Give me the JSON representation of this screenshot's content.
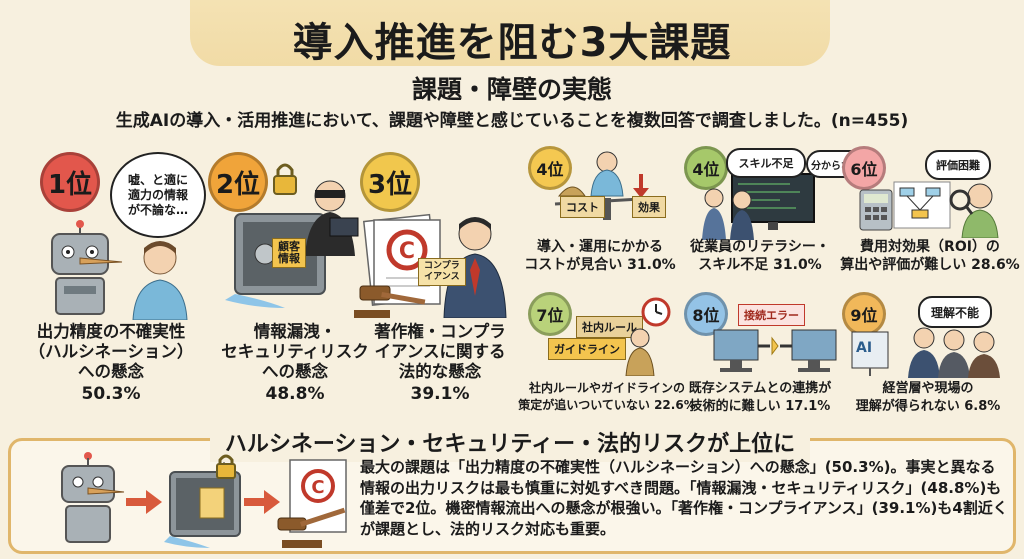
{
  "header": {
    "title": "導入推進を阻む3大課題"
  },
  "section": {
    "subtitle": "課題・障壁の実態",
    "description": "生成AIの導入・活用推進において、課題や障壁と感じていることを複数回答で調査しました。(n=455)"
  },
  "ranks": [
    {
      "rank": "1位",
      "label": "出力精度の不確実性\n（ハルシネーション）\nへの懸念",
      "value": "50.3%",
      "color": "#e2574c",
      "bubble": "嘘、と適に\n適力の情報\nが不論な…"
    },
    {
      "rank": "2位",
      "label": "情報漏洩・\nセキュリティリスク\nへの懸念",
      "value": "48.8%",
      "color": "#f0a43a",
      "tag": "顧客\n情報"
    },
    {
      "rank": "3位",
      "label": "著作権・コンプラ\nイアンスに関する\n法的な懸念",
      "value": "39.1%",
      "color": "#f1c74d",
      "book": "コンプラ\nイアンス"
    },
    {
      "rank": "4位",
      "label": "導入・運用にかかる\nコストが見合い 31.0%",
      "color": "#f4c851",
      "tag_left": "コスト",
      "tag_right": "効果"
    },
    {
      "rank": "4位",
      "label": "従業員のリテラシー・\nスキル不足 31.0%",
      "color": "#a6c86a",
      "bubble1": "スキル不足",
      "bubble2": "分からない"
    },
    {
      "rank": "6位",
      "label": "費用対効果（ROI）の\n算出や評価が難しい 28.6%",
      "color": "#f3a6a6",
      "bubble": "評価困難"
    },
    {
      "rank": "7位",
      "label": "社内ルールやガイドラインの\n策定が追いついていない 22.6%",
      "color": "#b9d27a",
      "sign1": "社内ルール",
      "sign2": "ガイドライン"
    },
    {
      "rank": "8位",
      "label": "既存システムとの連携が\n技術的に難しい 17.1%",
      "color": "#94c3e6",
      "sign": "接続エラー"
    },
    {
      "rank": "9位",
      "label": "経営層や現場の\n理解が得られない 6.8%",
      "color": "#f1b85a",
      "bubble": "理解不能",
      "screen": "AI"
    }
  ],
  "bottom": {
    "heading": "ハルシネーション・セキュリティー・法的リスクが上位に",
    "summary": "最大の課題は「出力精度の不確実性（ハルシネーション）への懸念」(50.3%)。事実と異なる情報の出力リスクは最も慎重に対処すべき問題。「情報漏洩・セキュリティリスク」(48.8%)も僅差で2位。機密情報流出への懸念が根強い。「著作権・コンプライアンス」(39.1%)も4割近くが課題とし、法的リスク対応も重要。"
  }
}
